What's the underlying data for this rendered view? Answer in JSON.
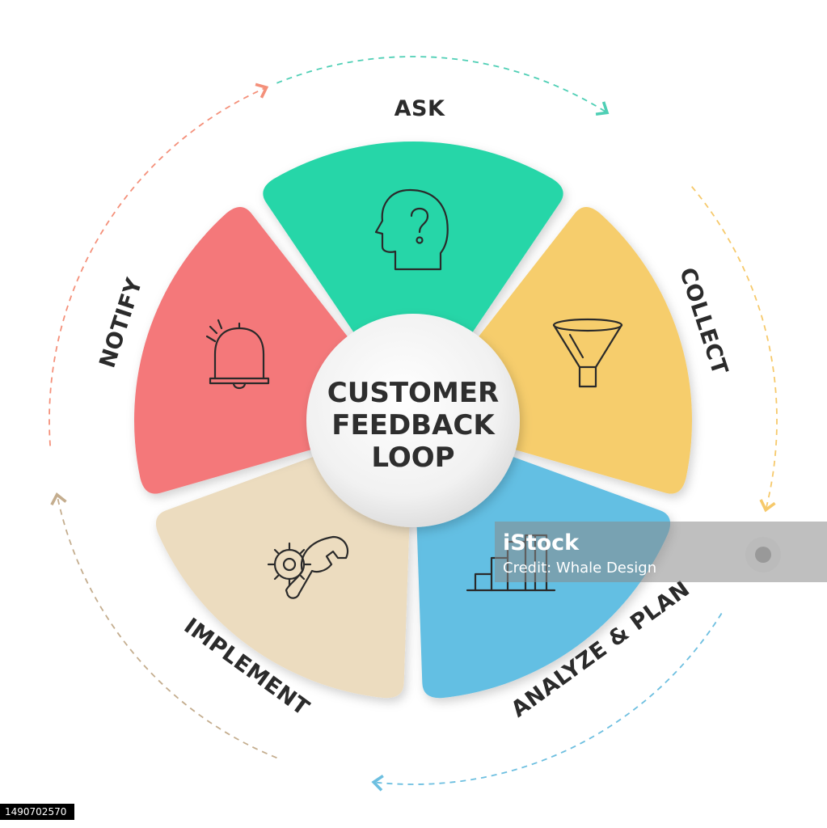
{
  "diagram": {
    "center": {
      "line1": "CUSTOMER",
      "line2": "FEEDBACK",
      "line3": "LOOP"
    },
    "segments": [
      {
        "label": "ASK",
        "icon": "head-question-icon",
        "color": "#27d6a8"
      },
      {
        "label": "COLLECT",
        "icon": "funnel-icon",
        "color": "#f6cd6c"
      },
      {
        "label": "ANALYZE & PLAN",
        "icon": "stairs-icon",
        "color": "#64bfe3"
      },
      {
        "label": "IMPLEMENT",
        "icon": "gear-wrench-icon",
        "color": "#ecdcbf"
      },
      {
        "label": "NOTIFY",
        "icon": "bell-icon",
        "color": "#f4787a"
      }
    ],
    "arrow_colors": [
      "#4fcfb5",
      "#f6c96b",
      "#6dbfe0",
      "#c4ad8e",
      "#f4907a"
    ]
  },
  "watermark": {
    "brand": "iStock",
    "credit": "Credit: Whale Design"
  },
  "stock_id": "1490702570"
}
